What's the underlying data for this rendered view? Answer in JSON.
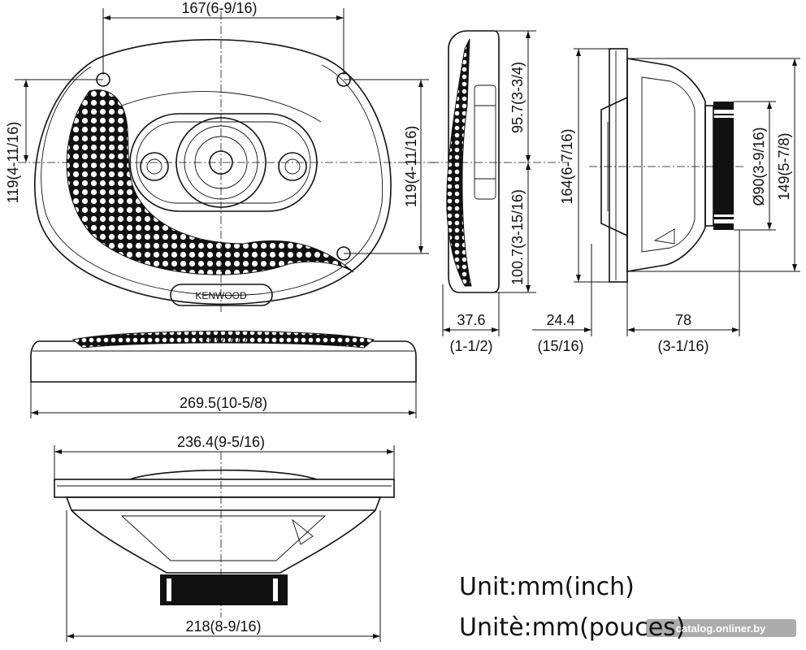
{
  "dimensions": {
    "top_width": "167(6-9/16)",
    "left_height": "119(4-11/16)",
    "right_height": "119(4-11/16)",
    "side_upper": "95.7(3-3/4)",
    "side_lower": "100.7(3-15/16)",
    "side_depth_mm": "37.6",
    "side_depth_in": "(1-1/2)",
    "profile_height": "164(6-7/16)",
    "magnet_diameter": "Ø90(3-9/16)",
    "profile_total": "149(5-7/8)",
    "flange_depth_mm": "24.4",
    "flange_depth_in": "(15/16)",
    "body_depth_mm": "78",
    "body_depth_in": "(3-1/16)",
    "overall_width": "269.5(10-5/8)",
    "flange_width": "236.4(9-5/16)",
    "basket_width": "218(8-9/16)"
  },
  "brand": "KENWOOD",
  "units": {
    "line1": "Unit:mm(inch)",
    "line2": "Unitè:mm(pouces)"
  },
  "watermark": "catalog.onliner.by",
  "colors": {
    "line": "#111111",
    "background": "#ffffff"
  }
}
